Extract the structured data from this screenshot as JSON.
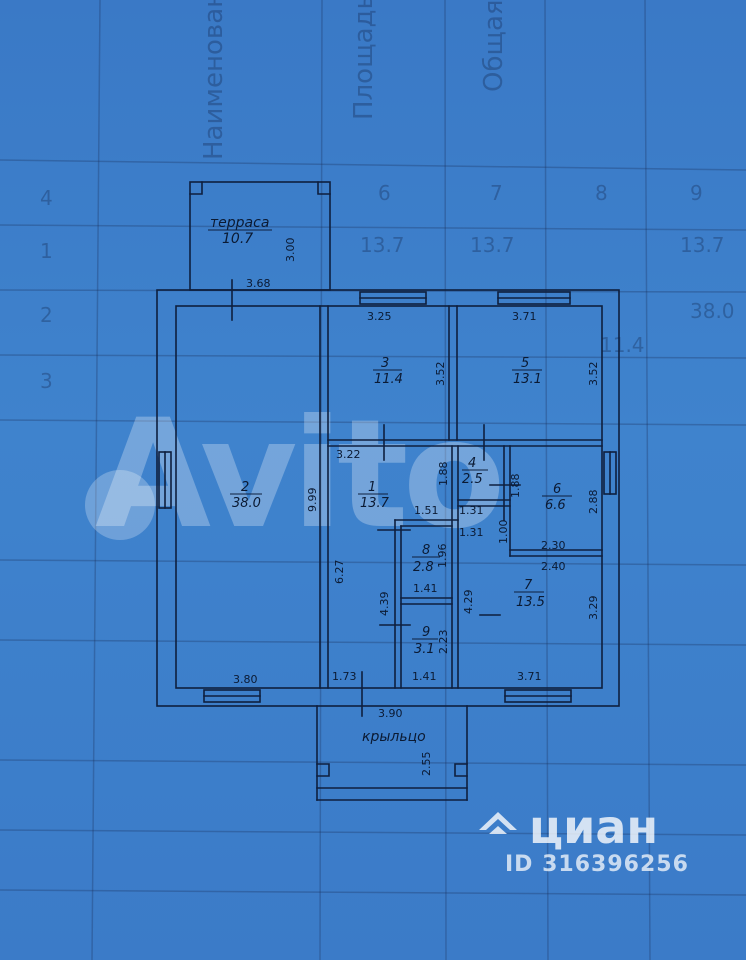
{
  "rooms": [
    {
      "number": "1",
      "area": "13.7"
    },
    {
      "number": "2",
      "area": "38.0"
    },
    {
      "number": "3",
      "area": "11.4"
    },
    {
      "number": "4",
      "area": "2.5"
    },
    {
      "number": "5",
      "area": "13.1"
    },
    {
      "number": "6",
      "area": "6.6"
    },
    {
      "number": "7",
      "area": "13.5"
    },
    {
      "number": "8",
      "area": "2.8"
    },
    {
      "number": "9",
      "area": "3.1"
    }
  ],
  "terrace": {
    "label": "терраса",
    "area": "10.7"
  },
  "porch": {
    "label": "крыльцо"
  },
  "dimensions": {
    "terrace_depth": "3.00",
    "terrace_width": "3.68",
    "room3_width": "3.25",
    "room5_width": "3.71",
    "room3_height": "3.52",
    "room5_height": "3.52",
    "room1_width": "3.22",
    "room2_height": "9.99",
    "room1_top_height": "1.88",
    "room1_inner_width": "1.51",
    "room4_width_a": "1.31",
    "room4_width_b": "1.31",
    "room4_height": "1.88",
    "room6_height": "2.88",
    "room6_width": "2.30",
    "corridor_height": "1.00",
    "room7_top": "2.40",
    "room1_left_height": "6.27",
    "room8_height": "1.96",
    "room8_width": "1.41",
    "room9_height": "2.23",
    "corridor_left_height": "4.39",
    "room7_left_height": "4.29",
    "room7_right_height": "3.29",
    "room2_bottom_width": "3.80",
    "bottom_corridor_width": "1.73",
    "room9_bottom_width": "1.41",
    "room7_bottom_width": "3.71",
    "porch_width": "3.90",
    "porch_depth": "2.55"
  },
  "background_table": {
    "headers": [
      "Наименование",
      "Площадь по",
      "Общая"
    ],
    "column_numbers": [
      "4",
      "6",
      "7",
      "8",
      "9"
    ],
    "rows": [
      [
        "1",
        "13.7",
        "13.7",
        "13.7"
      ],
      [
        "2",
        "",
        "",
        "38.0"
      ],
      [
        "3",
        "",
        "11.4",
        ""
      ]
    ]
  },
  "watermarks": {
    "avito": "Avito",
    "cian": "циан",
    "listing_id": "ID 316396256"
  },
  "colors": {
    "paper": "#3d7ec9",
    "line": "#0e1f3e",
    "text": "#0b1a33",
    "watermark": "#ffffff"
  }
}
